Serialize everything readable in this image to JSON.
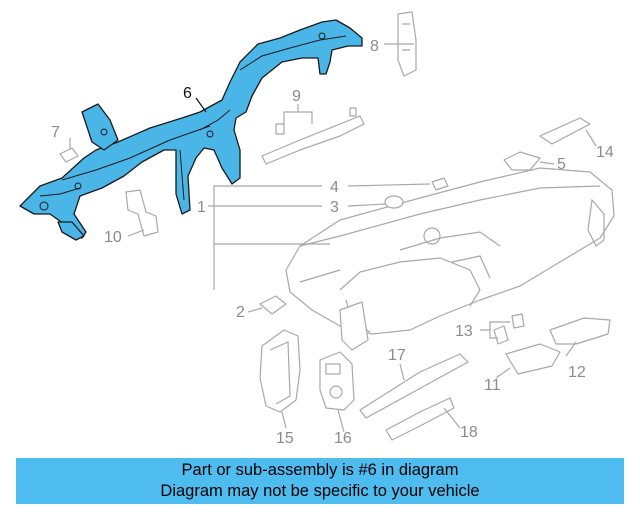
{
  "callouts": {
    "c1": "1",
    "c2": "2",
    "c3": "3",
    "c4": "4",
    "c5": "5",
    "c6": "6",
    "c7": "7",
    "c8": "8",
    "c9": "9",
    "c10": "10",
    "c11": "11",
    "c12": "12",
    "c13": "13",
    "c14": "14",
    "c15": "15",
    "c16": "16",
    "c17": "17",
    "c18": "18"
  },
  "highlight": {
    "part_number": "6",
    "color": "#4ab6e8"
  },
  "banner": {
    "line1": "Part or sub-assembly is #6 in diagram",
    "line2": "Diagram may not be specific to your vehicle",
    "background": "#4fbcf0"
  }
}
